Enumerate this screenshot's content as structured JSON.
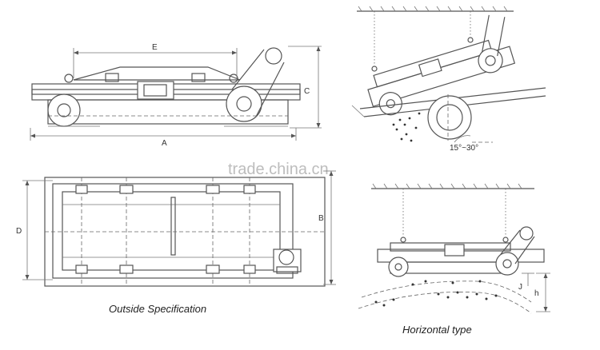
{
  "dimension_labels": {
    "e": "E",
    "a": "A",
    "c": "C",
    "d": "D",
    "b": "B",
    "h": "h",
    "j": "J"
  },
  "angle_label": "15°~30°",
  "watermark": "trade.china.cn",
  "captions": {
    "outside_specification": "Outside Specification",
    "horizontal_type": "Horizontal type"
  }
}
